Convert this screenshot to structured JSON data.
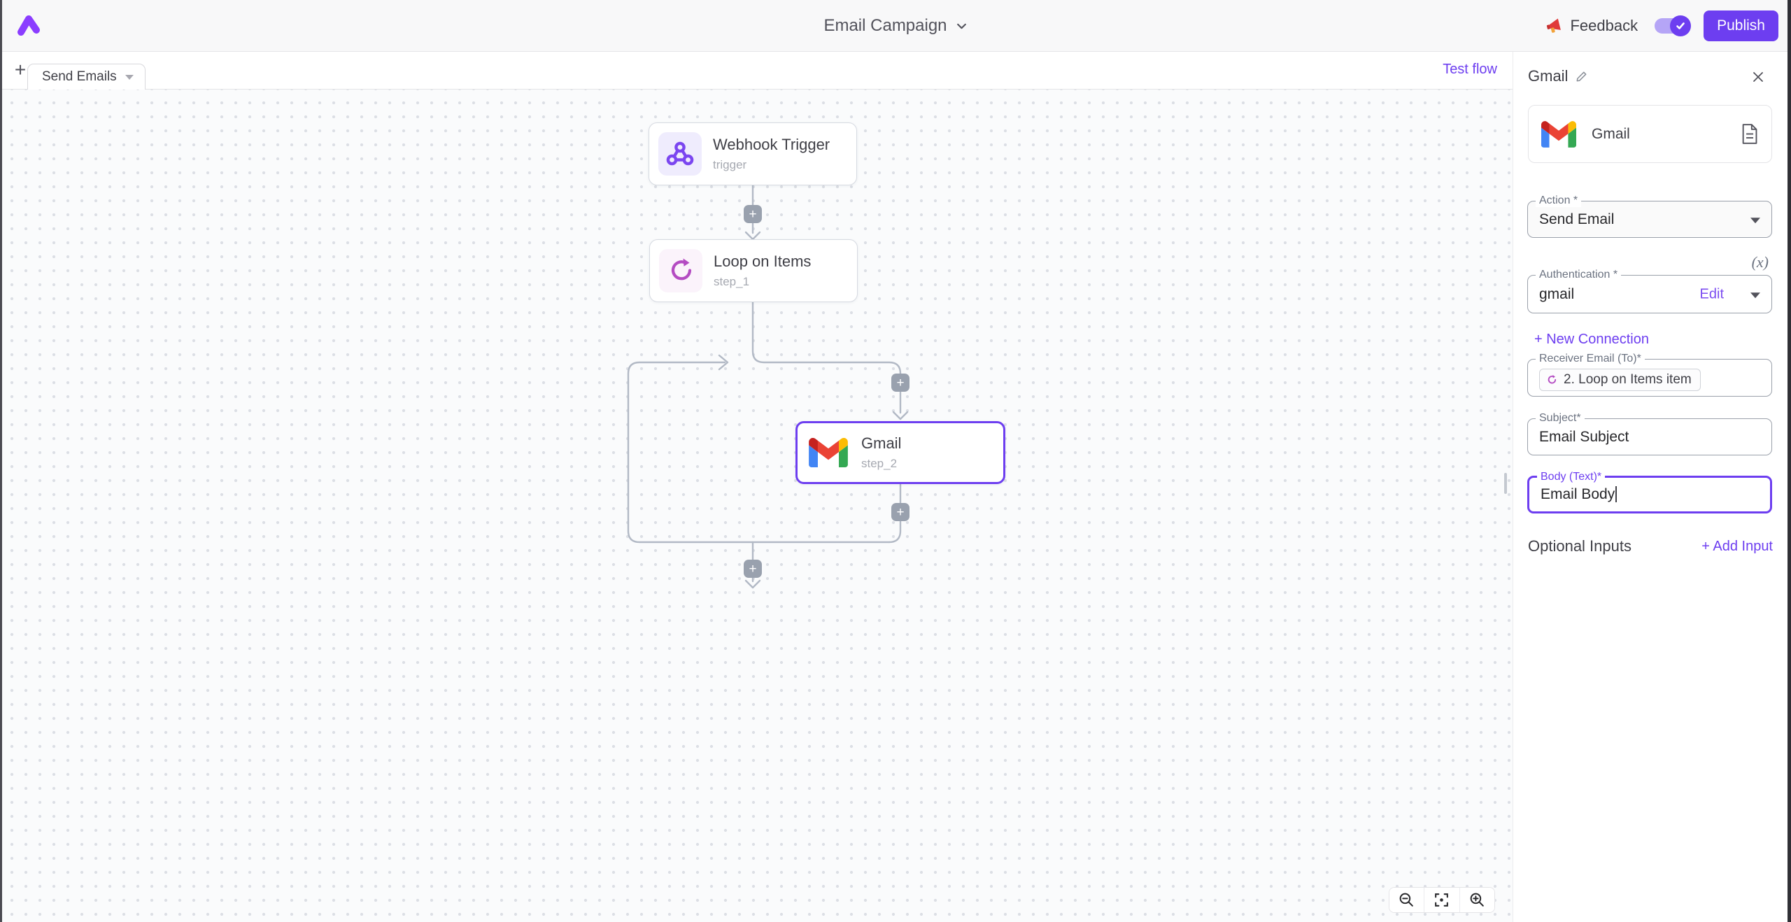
{
  "header": {
    "title": "Email Campaign",
    "feedback_label": "Feedback",
    "publish_label": "Publish"
  },
  "canvas": {
    "add_tab_label": "+",
    "flow_tab_label": "Send Emails",
    "test_flow_label": "Test flow",
    "nodes": [
      {
        "title": "Webhook Trigger",
        "subtitle": "trigger"
      },
      {
        "title": "Loop on Items",
        "subtitle": "step_1"
      },
      {
        "title": "Gmail",
        "subtitle": "step_2"
      }
    ],
    "edge_plus_label": "+"
  },
  "panel": {
    "title": "Gmail",
    "piece_name": "Gmail",
    "action": {
      "label": "Action *",
      "value": "Send Email"
    },
    "dynamic_value_icon": "(x)",
    "authentication": {
      "label": "Authentication *",
      "value": "gmail",
      "edit_label": "Edit"
    },
    "new_connection_label": "+ New Connection",
    "receiver": {
      "label": "Receiver Email (To)*",
      "chip_text": "2. Loop on Items item"
    },
    "subject": {
      "label": "Subject*",
      "value": "Email Subject"
    },
    "body": {
      "label": "Body (Text)*",
      "value": "Email Body"
    },
    "optional_inputs_label": "Optional Inputs",
    "add_input_label": "+ Add Input"
  },
  "icons": {
    "logo": "activepieces-mark-icon",
    "feedback": "megaphone-icon",
    "header_toggle": "check-toggle",
    "panel_edit": "pencil-icon",
    "panel_close": "x-icon",
    "piece_doc": "file-text-icon",
    "zoom_out": "magnifier-minus-icon",
    "fit_view": "fit-view-icon",
    "zoom_in": "magnifier-plus-icon",
    "webhook": "webhook-icon",
    "loop": "loop-arrow-icon",
    "gmail": "gmail-logo-icon"
  },
  "colors": {
    "accent_purple": "#6d3ef0",
    "selected_node_border": "#6d3ef0",
    "connector_grey": "#b2b9c5",
    "webhook_icon_purple": "#7b46f0",
    "loop_icon_magenta": "#b44bc2",
    "feedback_red": "#e03a3a",
    "canvas_dot": "#dcdfe5",
    "header_bg": "#f8f8f9"
  }
}
